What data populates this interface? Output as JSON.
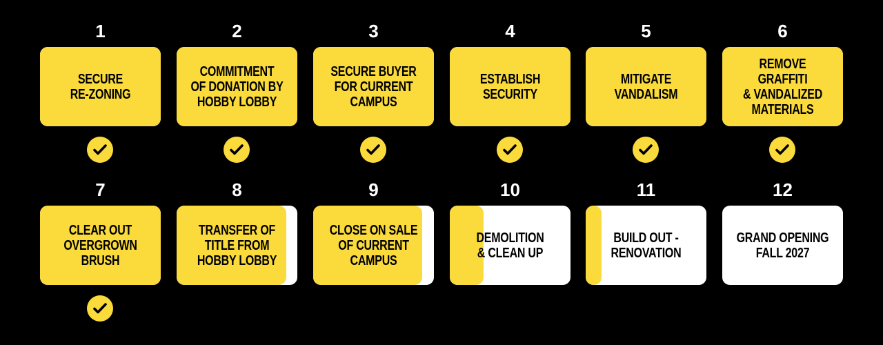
{
  "colors": {
    "accent": "#FBDB3C",
    "background": "#000000",
    "pending": "#FFFFFF"
  },
  "steps": [
    {
      "number": "1",
      "label": "SECURE\nRE-ZONING",
      "progress": 1,
      "complete": true
    },
    {
      "number": "2",
      "label": "COMMITMENT\nOF DONATION BY\nHOBBY LOBBY",
      "progress": 1,
      "complete": true
    },
    {
      "number": "3",
      "label": "SECURE BUYER\nFOR CURRENT\nCAMPUS",
      "progress": 1,
      "complete": true
    },
    {
      "number": "4",
      "label": "ESTABLISH\nSECURITY",
      "progress": 1,
      "complete": true
    },
    {
      "number": "5",
      "label": "MITIGATE\nVANDALISM",
      "progress": 1,
      "complete": true
    },
    {
      "number": "6",
      "label": "REMOVE GRAFFITI\n& VANDALIZED\nMATERIALS",
      "progress": 1,
      "complete": true
    },
    {
      "number": "7",
      "label": "CLEAR OUT\nOVERGROWN\nBRUSH",
      "progress": 1,
      "complete": true
    },
    {
      "number": "8",
      "label": "TRANSFER OF\nTITLE FROM\nHOBBY LOBBY",
      "progress": 0.91,
      "complete": false
    },
    {
      "number": "9",
      "label": "CLOSE ON SALE\nOF CURRENT\nCAMPUS",
      "progress": 0.9,
      "complete": false
    },
    {
      "number": "10",
      "label": "DEMOLITION\n& CLEAN UP",
      "progress": 0.28,
      "complete": false
    },
    {
      "number": "11",
      "label": "BUILD OUT -\nRENOVATION",
      "progress": 0.13,
      "complete": false
    },
    {
      "number": "12",
      "label": "GRAND OPENING\nFALL 2027",
      "progress": 0,
      "complete": false
    }
  ]
}
